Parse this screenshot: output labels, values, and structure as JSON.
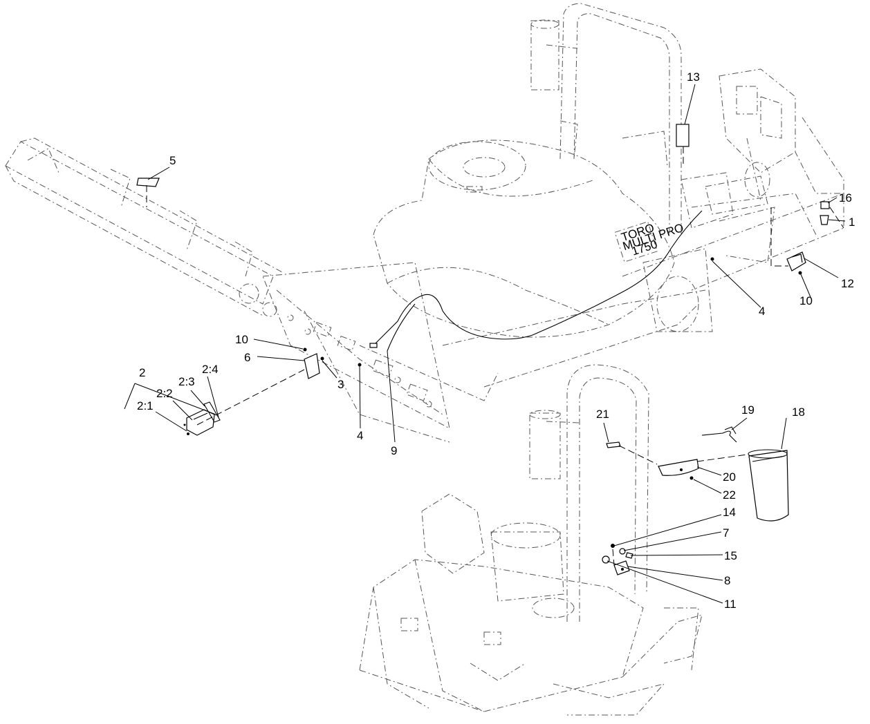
{
  "callouts": {
    "c1": "1",
    "c2": "2",
    "c2_1": "2:1",
    "c2_2": "2:2",
    "c2_3": "2:3",
    "c2_4": "2:4",
    "c3": "3",
    "c4a": "4",
    "c4b": "4",
    "c5": "5",
    "c6": "6",
    "c7": "7",
    "c8": "8",
    "c9": "9",
    "c10a": "10",
    "c10b": "10",
    "c11": "11",
    "c12": "12",
    "c13": "13",
    "c14": "14",
    "c15": "15",
    "c16": "16",
    "c18": "18",
    "c19": "19",
    "c20": "20",
    "c21": "21",
    "c22": "22"
  },
  "decal_text": {
    "line1": "TORO",
    "line2": "MULTI PRO",
    "line3": "1750"
  }
}
